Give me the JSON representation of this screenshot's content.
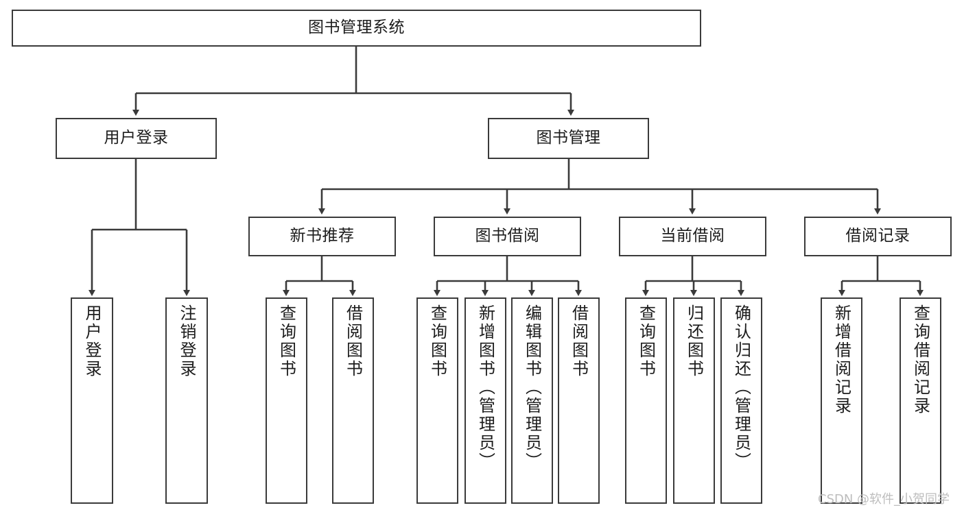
{
  "diagram": {
    "title": "图书管理系统",
    "type": "tree-diagram",
    "root": {
      "label": "图书管理系统"
    },
    "level2": [
      {
        "label": "用户登录"
      },
      {
        "label": "图书管理"
      }
    ],
    "level3": [
      {
        "label": "新书推荐"
      },
      {
        "label": "图书借阅"
      },
      {
        "label": "当前借阅"
      },
      {
        "label": "借阅记录"
      }
    ],
    "leaves": [
      {
        "label": "用户登录",
        "parent": "用户登录"
      },
      {
        "label": "注销登录",
        "parent": "用户登录"
      },
      {
        "label": "查询图书",
        "parent": "新书推荐"
      },
      {
        "label": "借阅图书",
        "parent": "新书推荐"
      },
      {
        "label": "查询图书",
        "parent": "图书借阅"
      },
      {
        "label": "新增图书（管理员）",
        "parent": "图书借阅"
      },
      {
        "label": "编辑图书（管理员）",
        "parent": "图书借阅"
      },
      {
        "label": "借阅图书",
        "parent": "图书借阅"
      },
      {
        "label": "查询图书",
        "parent": "当前借阅"
      },
      {
        "label": "归还图书",
        "parent": "当前借阅"
      },
      {
        "label": "确认归还（管理员）",
        "parent": "当前借阅"
      },
      {
        "label": "新增借阅记录",
        "parent": "借阅记录"
      },
      {
        "label": "查询借阅记录",
        "parent": "借阅记录"
      }
    ]
  },
  "watermark": {
    "text": "CSDN @软件_小贺同学"
  },
  "colors": {
    "stroke": "#3a3a3a",
    "text": "#1c1c1c",
    "background": "#ffffff",
    "watermark": "#bdbdbd"
  }
}
